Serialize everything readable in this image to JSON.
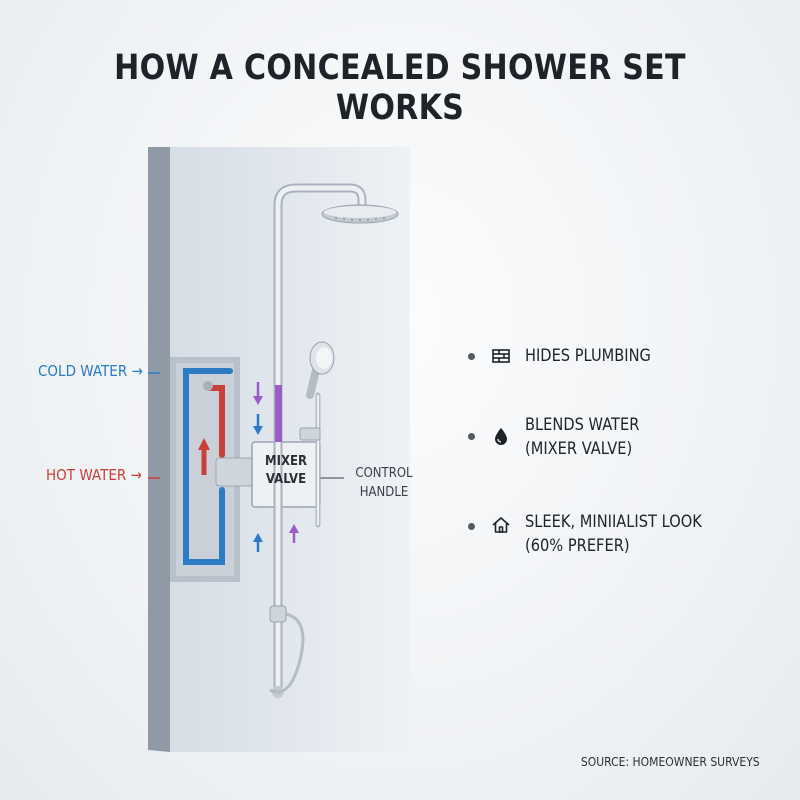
{
  "title": "HOW A CONCEALED SHOWER SET WORKS",
  "labels": {
    "cold_water": "COLD WATER →",
    "hot_water": "HOT WATER →",
    "mixer_valve_line1": "MIXER",
    "mixer_valve_line2": "VALVE",
    "control_handle_line1": "CONTROL",
    "control_handle_line2": "HANDLE"
  },
  "features": [
    {
      "icon": "brick-wall-icon",
      "line1": "HIDES PLUMBING",
      "line2": ""
    },
    {
      "icon": "water-drop-icon",
      "line1": "BLENDS WATER",
      "line2": "(MIXER VALVE)"
    },
    {
      "icon": "house-icon",
      "line1": "SLEEK, MINIIALIST LOOK",
      "line2": "(60% PREFER)"
    }
  ],
  "source": "SOURCE: HOMEOWNER SURVEYS",
  "colors": {
    "cold": "#2c7bc4",
    "hot": "#c9403a",
    "mixed": "#9b5bc9",
    "wall": "#dde3ea",
    "chrome": "#d8dde3"
  }
}
